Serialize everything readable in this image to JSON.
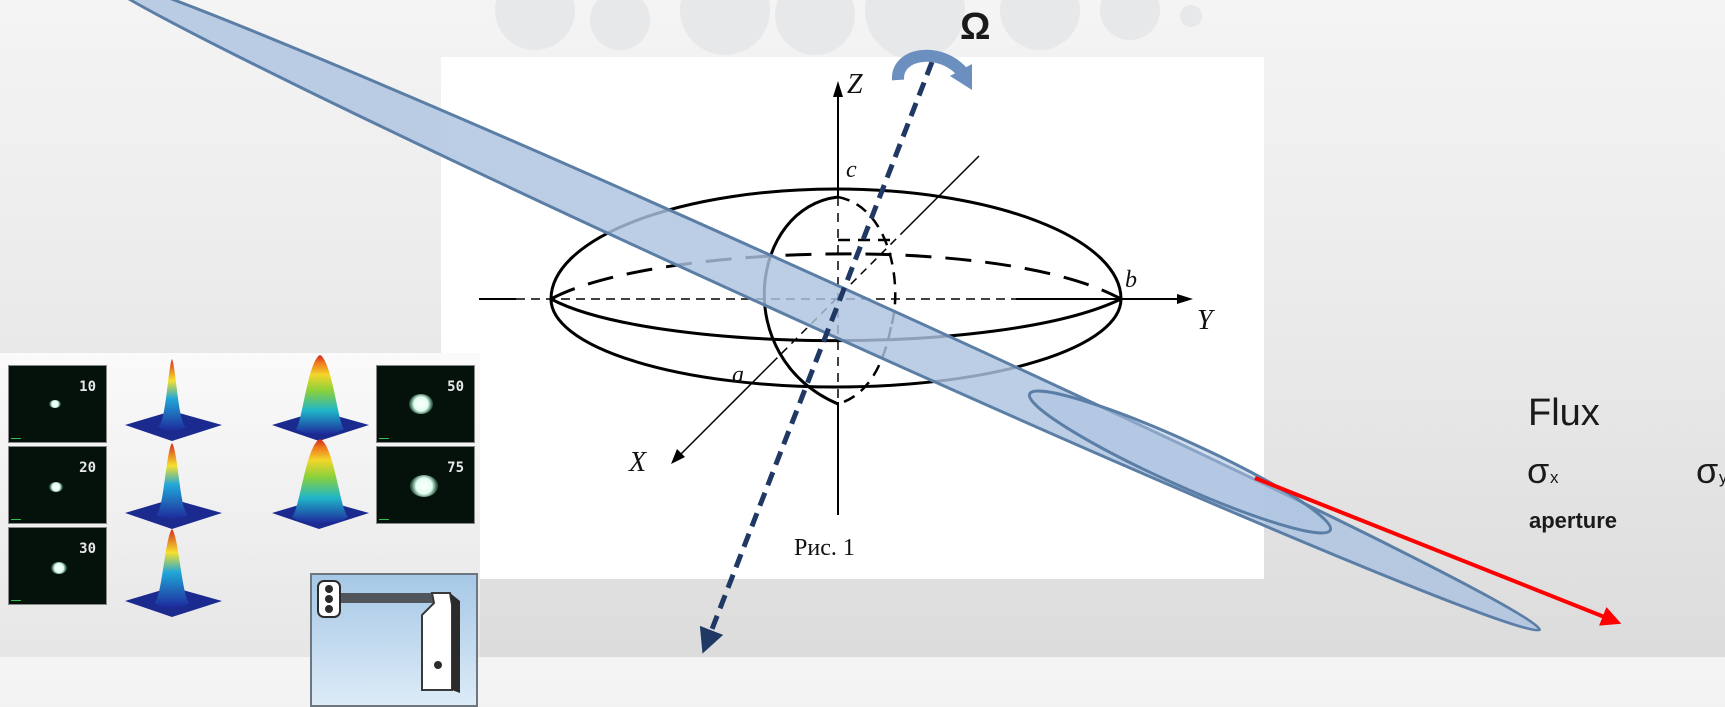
{
  "diagram": {
    "rotation_label": "Ω",
    "caption": "Рис. 1",
    "axes": {
      "z": "Z",
      "y": "Y",
      "x": "X"
    },
    "semi_axes": {
      "a": "a",
      "b": "b",
      "c": "c"
    }
  },
  "beam_info": {
    "flux": "Flux",
    "sigma_x_symbol": "σ",
    "sigma_x_subscript": "x",
    "sigma_y_symbol": "σ",
    "sigma_y_subscript": "y",
    "aperture": "aperture"
  },
  "thumbnails": {
    "camera_frames": [
      {
        "label": "10"
      },
      {
        "label": "20"
      },
      {
        "label": "30"
      },
      {
        "label": "50"
      },
      {
        "label": "75"
      }
    ]
  },
  "colors": {
    "beam_fill": "#adc3e0",
    "beam_stroke": "#5b7ea6",
    "axis_dashed": "#1f3864",
    "arrow_red": "#ff0000",
    "rotation_arrow": "#6b8fbf"
  }
}
